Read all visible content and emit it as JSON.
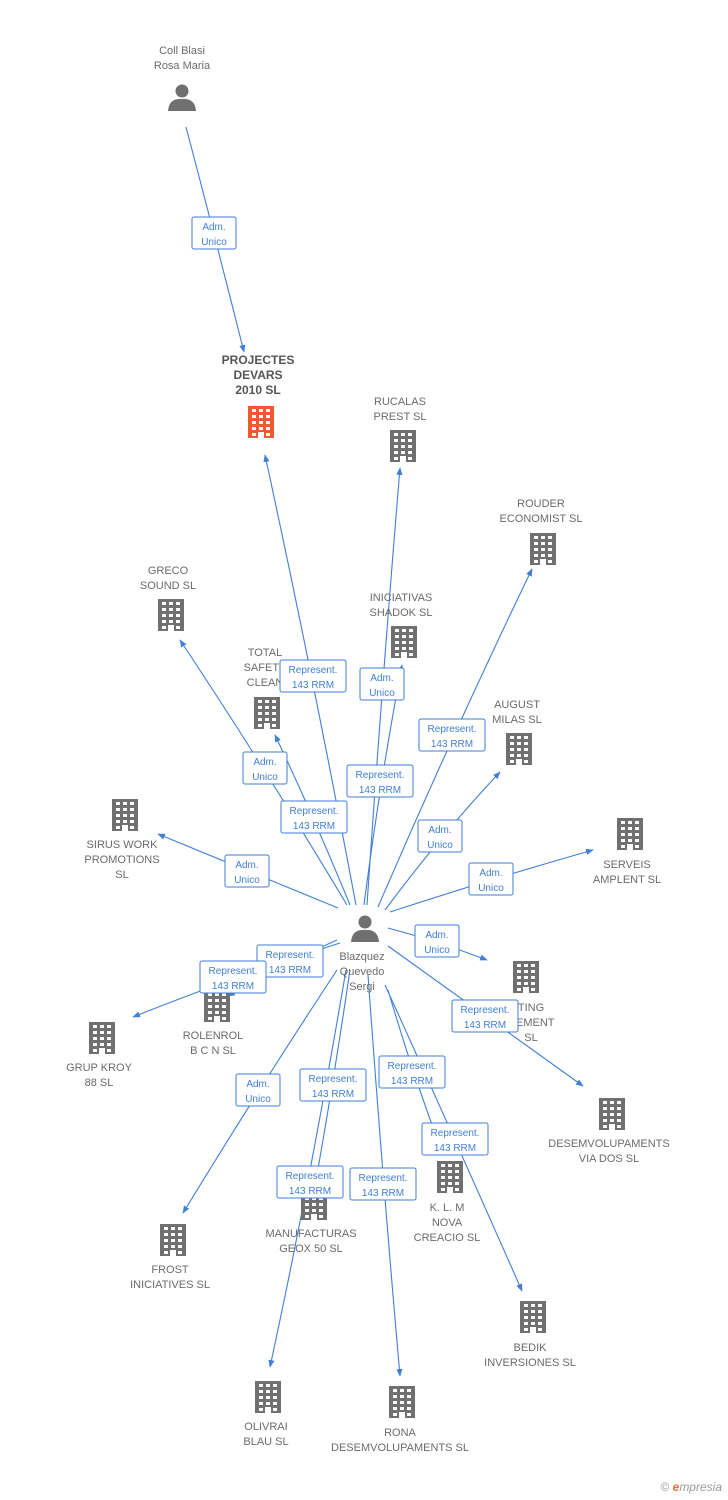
{
  "colors": {
    "edge": "#3f7fd6",
    "company": "#707070",
    "highlight": "#ef5a2f",
    "person": "#707070"
  },
  "footer": {
    "copyright": "©",
    "brand_e": "e",
    "brand_rest": "mpresia"
  },
  "nodes": [
    {
      "id": "coll",
      "kind": "person",
      "lines": [
        "Coll Blasi",
        "Rosa Maria"
      ],
      "icon": "person-icon"
    },
    {
      "id": "projectes",
      "kind": "company",
      "highlight": true,
      "main": true,
      "lines": [
        "PROJECTES",
        "DEVARS",
        "2010 SL"
      ],
      "icon": "building-icon"
    },
    {
      "id": "rucalas",
      "kind": "company",
      "lines": [
        "RUCALAS",
        "PREST  SL"
      ],
      "icon": "building-icon"
    },
    {
      "id": "rouder",
      "kind": "company",
      "lines": [
        "ROUDER",
        "ECONOMIST SL"
      ],
      "icon": "building-icon"
    },
    {
      "id": "greco",
      "kind": "company",
      "lines": [
        "GRECO",
        "SOUND  SL"
      ],
      "icon": "building-icon"
    },
    {
      "id": "iniciativas",
      "kind": "company",
      "lines": [
        "INICIATIVAS",
        "SHADOK SL"
      ],
      "icon": "building-icon"
    },
    {
      "id": "total",
      "kind": "company",
      "lines": [
        "TOTAL",
        "SAFETY",
        "CLEAN"
      ],
      "icon": "building-icon"
    },
    {
      "id": "august",
      "kind": "company",
      "lines": [
        "AUGUST",
        "MILAS  SL"
      ],
      "icon": "building-icon"
    },
    {
      "id": "sirus",
      "kind": "company",
      "lines": [
        "SIRUS WORK",
        "PROMOTIONS",
        "SL"
      ],
      "icon": "building-icon"
    },
    {
      "id": "serveis",
      "kind": "company",
      "lines": [
        "SERVEIS",
        "AMPLENT  SL"
      ],
      "icon": "building-icon"
    },
    {
      "id": "blazquez",
      "kind": "person",
      "lines": [
        "Blazquez",
        "Quevedo",
        "Sergi"
      ],
      "icon": "person-icon"
    },
    {
      "id": "consulting",
      "kind": "company",
      "lines": [
        "TING",
        "GEMENT",
        "SL"
      ],
      "icon": "building-icon"
    },
    {
      "id": "rolenrol",
      "kind": "company",
      "lines": [
        "ROLENROL",
        "B C N SL"
      ],
      "icon": "building-icon"
    },
    {
      "id": "grupkroy",
      "kind": "company",
      "lines": [
        "GRUP KROY",
        "88 SL"
      ],
      "icon": "building-icon"
    },
    {
      "id": "desemvolupaments",
      "kind": "company",
      "lines": [
        "DESEMVOLUPAMENTS",
        "VIA DOS SL"
      ],
      "icon": "building-icon"
    },
    {
      "id": "klm",
      "kind": "company",
      "lines": [
        "K.  L.  M",
        "NOVA",
        "CREACIO SL"
      ],
      "icon": "building-icon"
    },
    {
      "id": "manufacturas",
      "kind": "company",
      "lines": [
        "MANUFACTURAS",
        "GEOX 50 SL"
      ],
      "icon": "building-icon"
    },
    {
      "id": "frost",
      "kind": "company",
      "lines": [
        "FROST",
        "INICIATIVES  SL"
      ],
      "icon": "building-icon"
    },
    {
      "id": "bedik",
      "kind": "company",
      "lines": [
        "BEDIK",
        "INVERSIONES SL"
      ],
      "icon": "building-icon"
    },
    {
      "id": "olivrai",
      "kind": "company",
      "lines": [
        "OLIVRAI",
        "BLAU SL"
      ],
      "icon": "building-icon"
    },
    {
      "id": "rona",
      "kind": "company",
      "lines": [
        "RONA",
        "DESEMVOLUPAMENTS SL"
      ],
      "icon": "building-icon"
    }
  ],
  "edges": [
    {
      "from": "coll",
      "to": "projectes",
      "lines": [
        "Adm.",
        "Unico"
      ]
    },
    {
      "from": "blazquez",
      "to": "projectes",
      "lines": [
        "Represent.",
        "143 RRM"
      ]
    },
    {
      "from": "blazquez",
      "to": "rucalas",
      "lines": [
        "Adm.",
        "Unico"
      ]
    },
    {
      "from": "blazquez",
      "to": "rouder",
      "lines": [
        "Represent.",
        "143 RRM"
      ]
    },
    {
      "from": "blazquez",
      "to": "greco",
      "lines": [
        "Adm.",
        "Unico"
      ]
    },
    {
      "from": "blazquez",
      "to": "iniciativas",
      "lines": [
        "Represent.",
        "143 RRM"
      ]
    },
    {
      "from": "blazquez",
      "to": "total",
      "lines": [
        "Represent.",
        "143 RRM"
      ]
    },
    {
      "from": "blazquez",
      "to": "august",
      "lines": [
        "Adm.",
        "Unico"
      ]
    },
    {
      "from": "blazquez",
      "to": "sirus",
      "lines": [
        "Adm.",
        "Unico"
      ]
    },
    {
      "from": "blazquez",
      "to": "serveis",
      "lines": [
        "Adm.",
        "Unico"
      ]
    },
    {
      "from": "blazquez",
      "to": "consulting",
      "lines": [
        "Adm.",
        "Unico"
      ]
    },
    {
      "from": "blazquez",
      "to": "rolenrol",
      "lines": [
        "Represent.",
        "143 RRM"
      ]
    },
    {
      "from": "blazquez",
      "to": "grupkroy",
      "lines": [
        "Represent.",
        "143 RRM"
      ]
    },
    {
      "from": "blazquez",
      "to": "desemvolupaments",
      "lines": [
        "Represent.",
        "143 RRM"
      ]
    },
    {
      "from": "blazquez",
      "to": "klm",
      "lines": [
        "Represent.",
        "143 RRM"
      ]
    },
    {
      "from": "blazquez",
      "to": "manufacturas",
      "lines": [
        "Represent.",
        "143 RRM"
      ]
    },
    {
      "from": "blazquez",
      "to": "frost",
      "lines": [
        "Adm.",
        "Unico"
      ]
    },
    {
      "from": "blazquez",
      "to": "bedik",
      "lines": [
        "Represent.",
        "143 RRM"
      ]
    },
    {
      "from": "blazquez",
      "to": "olivrai",
      "lines": [
        "Represent.",
        "143 RRM"
      ]
    },
    {
      "from": "blazquez",
      "to": "rona",
      "lines": [
        "Represent.",
        "143 RRM"
      ]
    }
  ]
}
